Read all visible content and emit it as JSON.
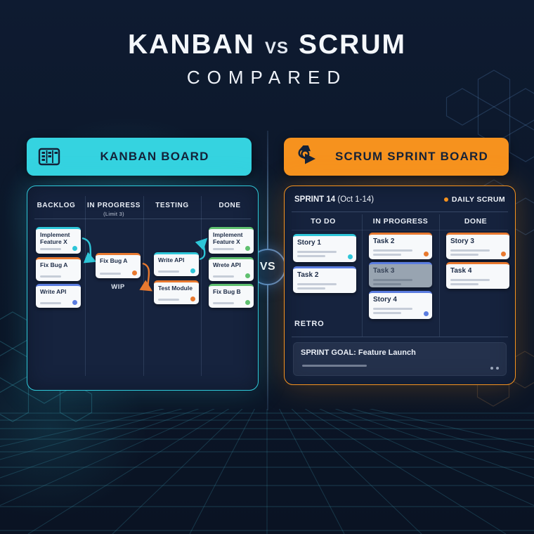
{
  "title": {
    "left": "KANBAN",
    "vs": "vs",
    "right": "SCRUM",
    "subtitle": "COMPARED"
  },
  "vs_badge": {
    "label": "VS"
  },
  "colors": {
    "kanban_teal": "#35d3e0",
    "scrum_orange": "#f6921e",
    "accent_cyan": "#2ec6d8",
    "accent_orange": "#e8792f",
    "accent_blue": "#5b7de0",
    "accent_green": "#5fc06f",
    "background_navy": "#0c1729",
    "panel_navy": "#16233e"
  },
  "kanban": {
    "header": {
      "label": "KANBAN BOARD",
      "icon": "kanban-board-icon"
    },
    "columns": [
      {
        "name": "BACKLOG",
        "cards": [
          {
            "title": "Implement Feature X"
          },
          {
            "title": "Fix Bug A"
          },
          {
            "title": "Write API"
          }
        ]
      },
      {
        "name": "IN PROGRESS",
        "limit": "(Limit 3)",
        "cards": [
          {
            "title": "Fix Bug A",
            "note": "WIP"
          }
        ]
      },
      {
        "name": "TESTING",
        "cards": [
          {
            "title": "Write API"
          },
          {
            "title": "Test Module"
          }
        ]
      },
      {
        "name": "DONE",
        "cards": [
          {
            "title": "Implement Feature X"
          },
          {
            "title": "Wrete API"
          },
          {
            "title": "Fix Bug B"
          }
        ]
      }
    ]
  },
  "scrum": {
    "header": {
      "label": "SCRUM SPRINT BOARD",
      "icon": "sprint-cycle-icon"
    },
    "sprint_title": "SPRINT 14",
    "sprint_dates": "(Oct 1-14)",
    "daily_scrum_label": "DAILY SCRUM",
    "columns": [
      {
        "name": "TO DO",
        "cards": [
          {
            "title": "Story 1"
          },
          {
            "title": "Task 2"
          }
        ]
      },
      {
        "name": "IN PROGRESS",
        "cards": [
          {
            "title": "Task 2"
          },
          {
            "title": "Task 3",
            "state": "blocked"
          },
          {
            "title": "Story 4"
          }
        ]
      },
      {
        "name": "DONE",
        "cards": [
          {
            "title": "Story 3"
          },
          {
            "title": "Task 4"
          }
        ]
      }
    ],
    "retro_label": "RETRO",
    "sprint_goal": "SPRINT GOAL: Feature Launch"
  }
}
